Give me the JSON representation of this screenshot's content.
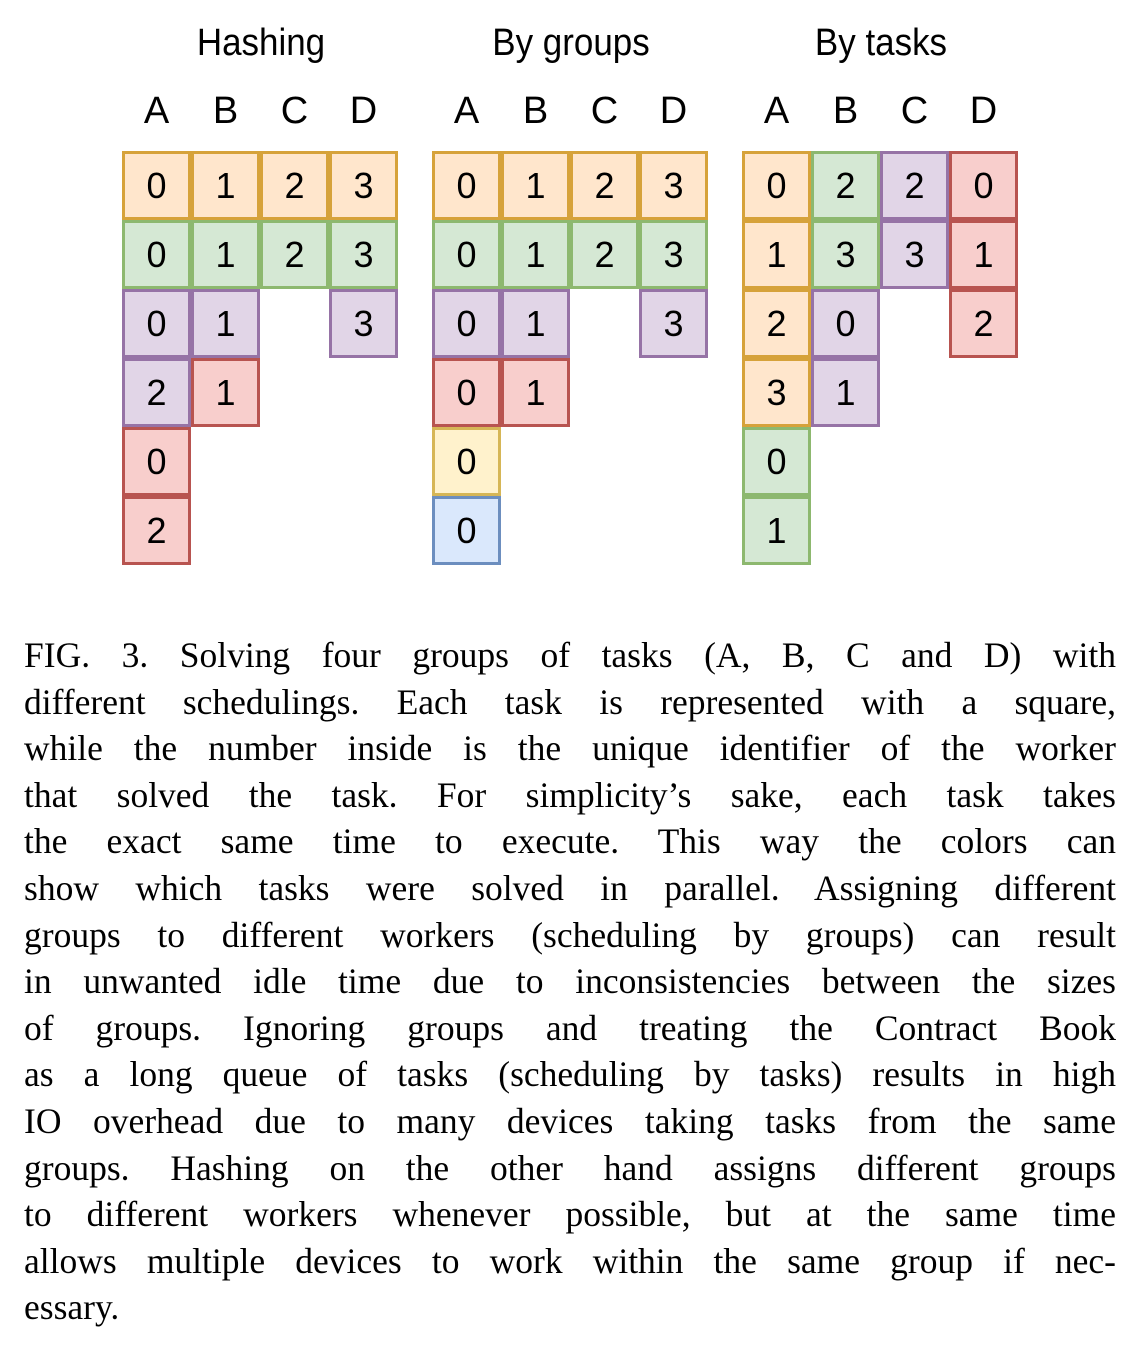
{
  "chart_data": {
    "type": "table",
    "title": "FIG. 3 task scheduling grids",
    "columns": [
      "A",
      "B",
      "C",
      "D"
    ],
    "colors": {
      "orange": {
        "fill": "#ffe6cc",
        "border": "#d6a23a"
      },
      "green": {
        "fill": "#d5e8d4",
        "border": "#8db86f"
      },
      "purple": {
        "fill": "#e1d5e7",
        "border": "#9673a6"
      },
      "red": {
        "fill": "#f8cecc",
        "border": "#b85450"
      },
      "yellow": {
        "fill": "#fff2cc",
        "border": "#d6b656"
      },
      "blue": {
        "fill": "#dae8fc",
        "border": "#6c8ebf"
      }
    },
    "panels": [
      {
        "title": "Hashing",
        "cells": [
          {
            "col": 0,
            "row": 0,
            "worker": "0",
            "color": "orange"
          },
          {
            "col": 1,
            "row": 0,
            "worker": "1",
            "color": "orange"
          },
          {
            "col": 2,
            "row": 0,
            "worker": "2",
            "color": "orange"
          },
          {
            "col": 3,
            "row": 0,
            "worker": "3",
            "color": "orange"
          },
          {
            "col": 0,
            "row": 1,
            "worker": "0",
            "color": "green"
          },
          {
            "col": 1,
            "row": 1,
            "worker": "1",
            "color": "green"
          },
          {
            "col": 2,
            "row": 1,
            "worker": "2",
            "color": "green"
          },
          {
            "col": 3,
            "row": 1,
            "worker": "3",
            "color": "green"
          },
          {
            "col": 0,
            "row": 2,
            "worker": "0",
            "color": "purple"
          },
          {
            "col": 1,
            "row": 2,
            "worker": "1",
            "color": "purple"
          },
          {
            "col": 3,
            "row": 2,
            "worker": "3",
            "color": "purple"
          },
          {
            "col": 0,
            "row": 3,
            "worker": "2",
            "color": "purple"
          },
          {
            "col": 1,
            "row": 3,
            "worker": "1",
            "color": "red"
          },
          {
            "col": 0,
            "row": 4,
            "worker": "0",
            "color": "red"
          },
          {
            "col": 0,
            "row": 5,
            "worker": "2",
            "color": "red"
          }
        ]
      },
      {
        "title": "By groups",
        "cells": [
          {
            "col": 0,
            "row": 0,
            "worker": "0",
            "color": "orange"
          },
          {
            "col": 1,
            "row": 0,
            "worker": "1",
            "color": "orange"
          },
          {
            "col": 2,
            "row": 0,
            "worker": "2",
            "color": "orange"
          },
          {
            "col": 3,
            "row": 0,
            "worker": "3",
            "color": "orange"
          },
          {
            "col": 0,
            "row": 1,
            "worker": "0",
            "color": "green"
          },
          {
            "col": 1,
            "row": 1,
            "worker": "1",
            "color": "green"
          },
          {
            "col": 2,
            "row": 1,
            "worker": "2",
            "color": "green"
          },
          {
            "col": 3,
            "row": 1,
            "worker": "3",
            "color": "green"
          },
          {
            "col": 0,
            "row": 2,
            "worker": "0",
            "color": "purple"
          },
          {
            "col": 1,
            "row": 2,
            "worker": "1",
            "color": "purple"
          },
          {
            "col": 3,
            "row": 2,
            "worker": "3",
            "color": "purple"
          },
          {
            "col": 0,
            "row": 3,
            "worker": "0",
            "color": "red"
          },
          {
            "col": 1,
            "row": 3,
            "worker": "1",
            "color": "red"
          },
          {
            "col": 0,
            "row": 4,
            "worker": "0",
            "color": "yellow"
          },
          {
            "col": 0,
            "row": 5,
            "worker": "0",
            "color": "blue"
          }
        ]
      },
      {
        "title": "By tasks",
        "cells": [
          {
            "col": 0,
            "row": 0,
            "worker": "0",
            "color": "orange"
          },
          {
            "col": 1,
            "row": 0,
            "worker": "2",
            "color": "green"
          },
          {
            "col": 2,
            "row": 0,
            "worker": "2",
            "color": "purple"
          },
          {
            "col": 3,
            "row": 0,
            "worker": "0",
            "color": "red"
          },
          {
            "col": 0,
            "row": 1,
            "worker": "1",
            "color": "orange"
          },
          {
            "col": 1,
            "row": 1,
            "worker": "3",
            "color": "green"
          },
          {
            "col": 2,
            "row": 1,
            "worker": "3",
            "color": "purple"
          },
          {
            "col": 3,
            "row": 1,
            "worker": "1",
            "color": "red"
          },
          {
            "col": 0,
            "row": 2,
            "worker": "2",
            "color": "orange"
          },
          {
            "col": 1,
            "row": 2,
            "worker": "0",
            "color": "purple"
          },
          {
            "col": 3,
            "row": 2,
            "worker": "2",
            "color": "red"
          },
          {
            "col": 0,
            "row": 3,
            "worker": "3",
            "color": "orange"
          },
          {
            "col": 1,
            "row": 3,
            "worker": "1",
            "color": "purple"
          },
          {
            "col": 0,
            "row": 4,
            "worker": "0",
            "color": "green"
          },
          {
            "col": 0,
            "row": 5,
            "worker": "1",
            "color": "green"
          }
        ]
      }
    ]
  },
  "figure": {
    "panels": [
      {
        "title": "Hashing",
        "columns": [
          "A",
          "B",
          "C",
          "D"
        ]
      },
      {
        "title": "By groups",
        "columns": [
          "A",
          "B",
          "C",
          "D"
        ]
      },
      {
        "title": "By tasks",
        "columns": [
          "A",
          "B",
          "C",
          "D"
        ]
      }
    ]
  },
  "caption": {
    "lines": [
      "FIG. 3.  Solving four groups of tasks (A, B, C and D) with",
      "different schedulings. Each task is represented with a square,",
      "while the number inside is the unique identifier of the worker",
      "that solved the task.  For simplicity’s sake, each task takes",
      "the exact same time to execute.  This way the colors can",
      "show which tasks were solved in parallel. Assigning different",
      "groups to different workers (scheduling by groups) can result",
      "in unwanted idle time due to inconsistencies between the sizes",
      "of groups.  Ignoring groups and treating the Contract Book",
      "as a long queue of tasks (scheduling by tasks) results in high",
      "IO overhead due to many devices taking tasks from the same",
      "groups.  Hashing on the other hand assigns different groups",
      "to different workers whenever possible, but at the same time",
      "allows multiple devices to work within the same group if nec-",
      "essary."
    ]
  }
}
